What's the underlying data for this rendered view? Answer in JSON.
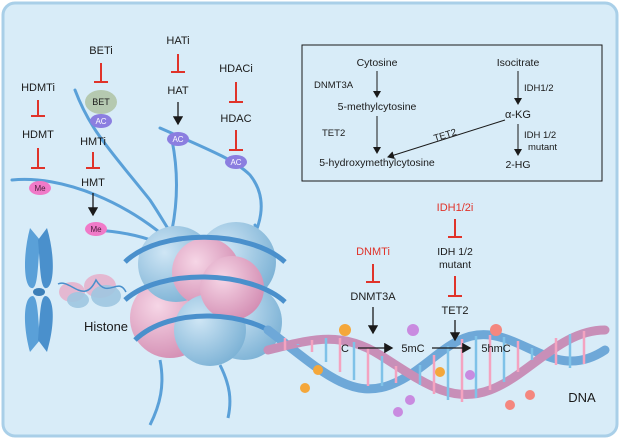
{
  "colors": {
    "background": "#d8ecf8",
    "border": "#a9cfe8",
    "inhibitor": "#e0332a",
    "drug_text": "#e0332a",
    "histone_pink": "#e6b3cc",
    "histone_blue": "#9ec6e0",
    "dna_strand_blue": "#6ea8d8",
    "dna_strand_pink": "#c88fb8",
    "chromosome": "#5aa0d8",
    "mark_me": "#f07ac8",
    "mark_ac": "#8b7ee0",
    "mark_bet": "#b5c9b0",
    "dot_c": "#f4a73b",
    "dot_5mc": "#c98be0",
    "dot_5hmc": "#f4877f"
  },
  "left": {
    "hdmti": "HDMTi",
    "hdmt": "HDMT",
    "beti": "BETi",
    "bet": "BET",
    "hmti": "HMTi",
    "hmt": "HMT",
    "hati": "HATi",
    "hat": "HAT",
    "hdaci": "HDACi",
    "hdac": "HDAC",
    "me": "Me",
    "ac": "AC",
    "histone": "Histone"
  },
  "pathway_box": {
    "cytosine": "Cytosine",
    "dnmt3a": "DNMT3A",
    "methylcytosine": "5-methylcytosine",
    "tet2_left": "TET2",
    "hydroxymethylcytosine": "5-hydroxymethylcytosine",
    "isocitrate": "Isocitrate",
    "idh12": "IDH1/2",
    "akg": "α-KG",
    "tet2_diag": "TET2",
    "idh_mutant_1": "IDH 1/2",
    "idh_mutant_2": "mutant",
    "hg2": "2-HG"
  },
  "lower": {
    "dnmti": "DNMTi",
    "dnmt3a": "DNMT3A",
    "idhi": "IDH1/2i",
    "idh_1": "IDH 1/2",
    "idh_2": "mutant",
    "tet2": "TET2",
    "c": "C",
    "mc": "5mC",
    "hmc": "5hmC",
    "dna": "DNA"
  }
}
